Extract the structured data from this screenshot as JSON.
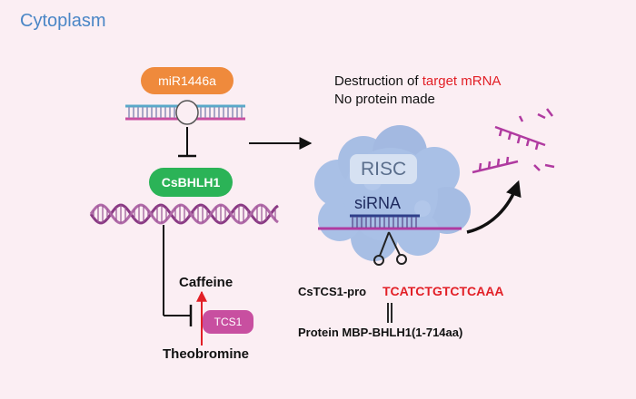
{
  "region_label": "Cytoplasm",
  "nodes": {
    "mirna": "miR1446a",
    "tf": "CsBHLH1",
    "enzyme": "TCS1",
    "risc": "RISC",
    "sirna": "siRNA"
  },
  "outcome": {
    "line1_prefix": "Destruction of ",
    "line1_highlight": "target mRNA",
    "line2": "No protein made"
  },
  "metabolites": {
    "product": "Caffeine",
    "substrate": "Theobromine"
  },
  "binding": {
    "promoter_label": "CsTCS1-pro",
    "promoter_sequence": "TCATCTGTCTCAAA",
    "protein_label": "Protein MBP-BHLH1(1-714aa)"
  },
  "colors": {
    "background": "#fbeef3",
    "title": "#4a86c6",
    "mirna": "#ef8a3c",
    "tf": "#2bb357",
    "enzyme": "#c84fa0",
    "highlight": "#e21f26",
    "risc": "#a9c0e6"
  }
}
